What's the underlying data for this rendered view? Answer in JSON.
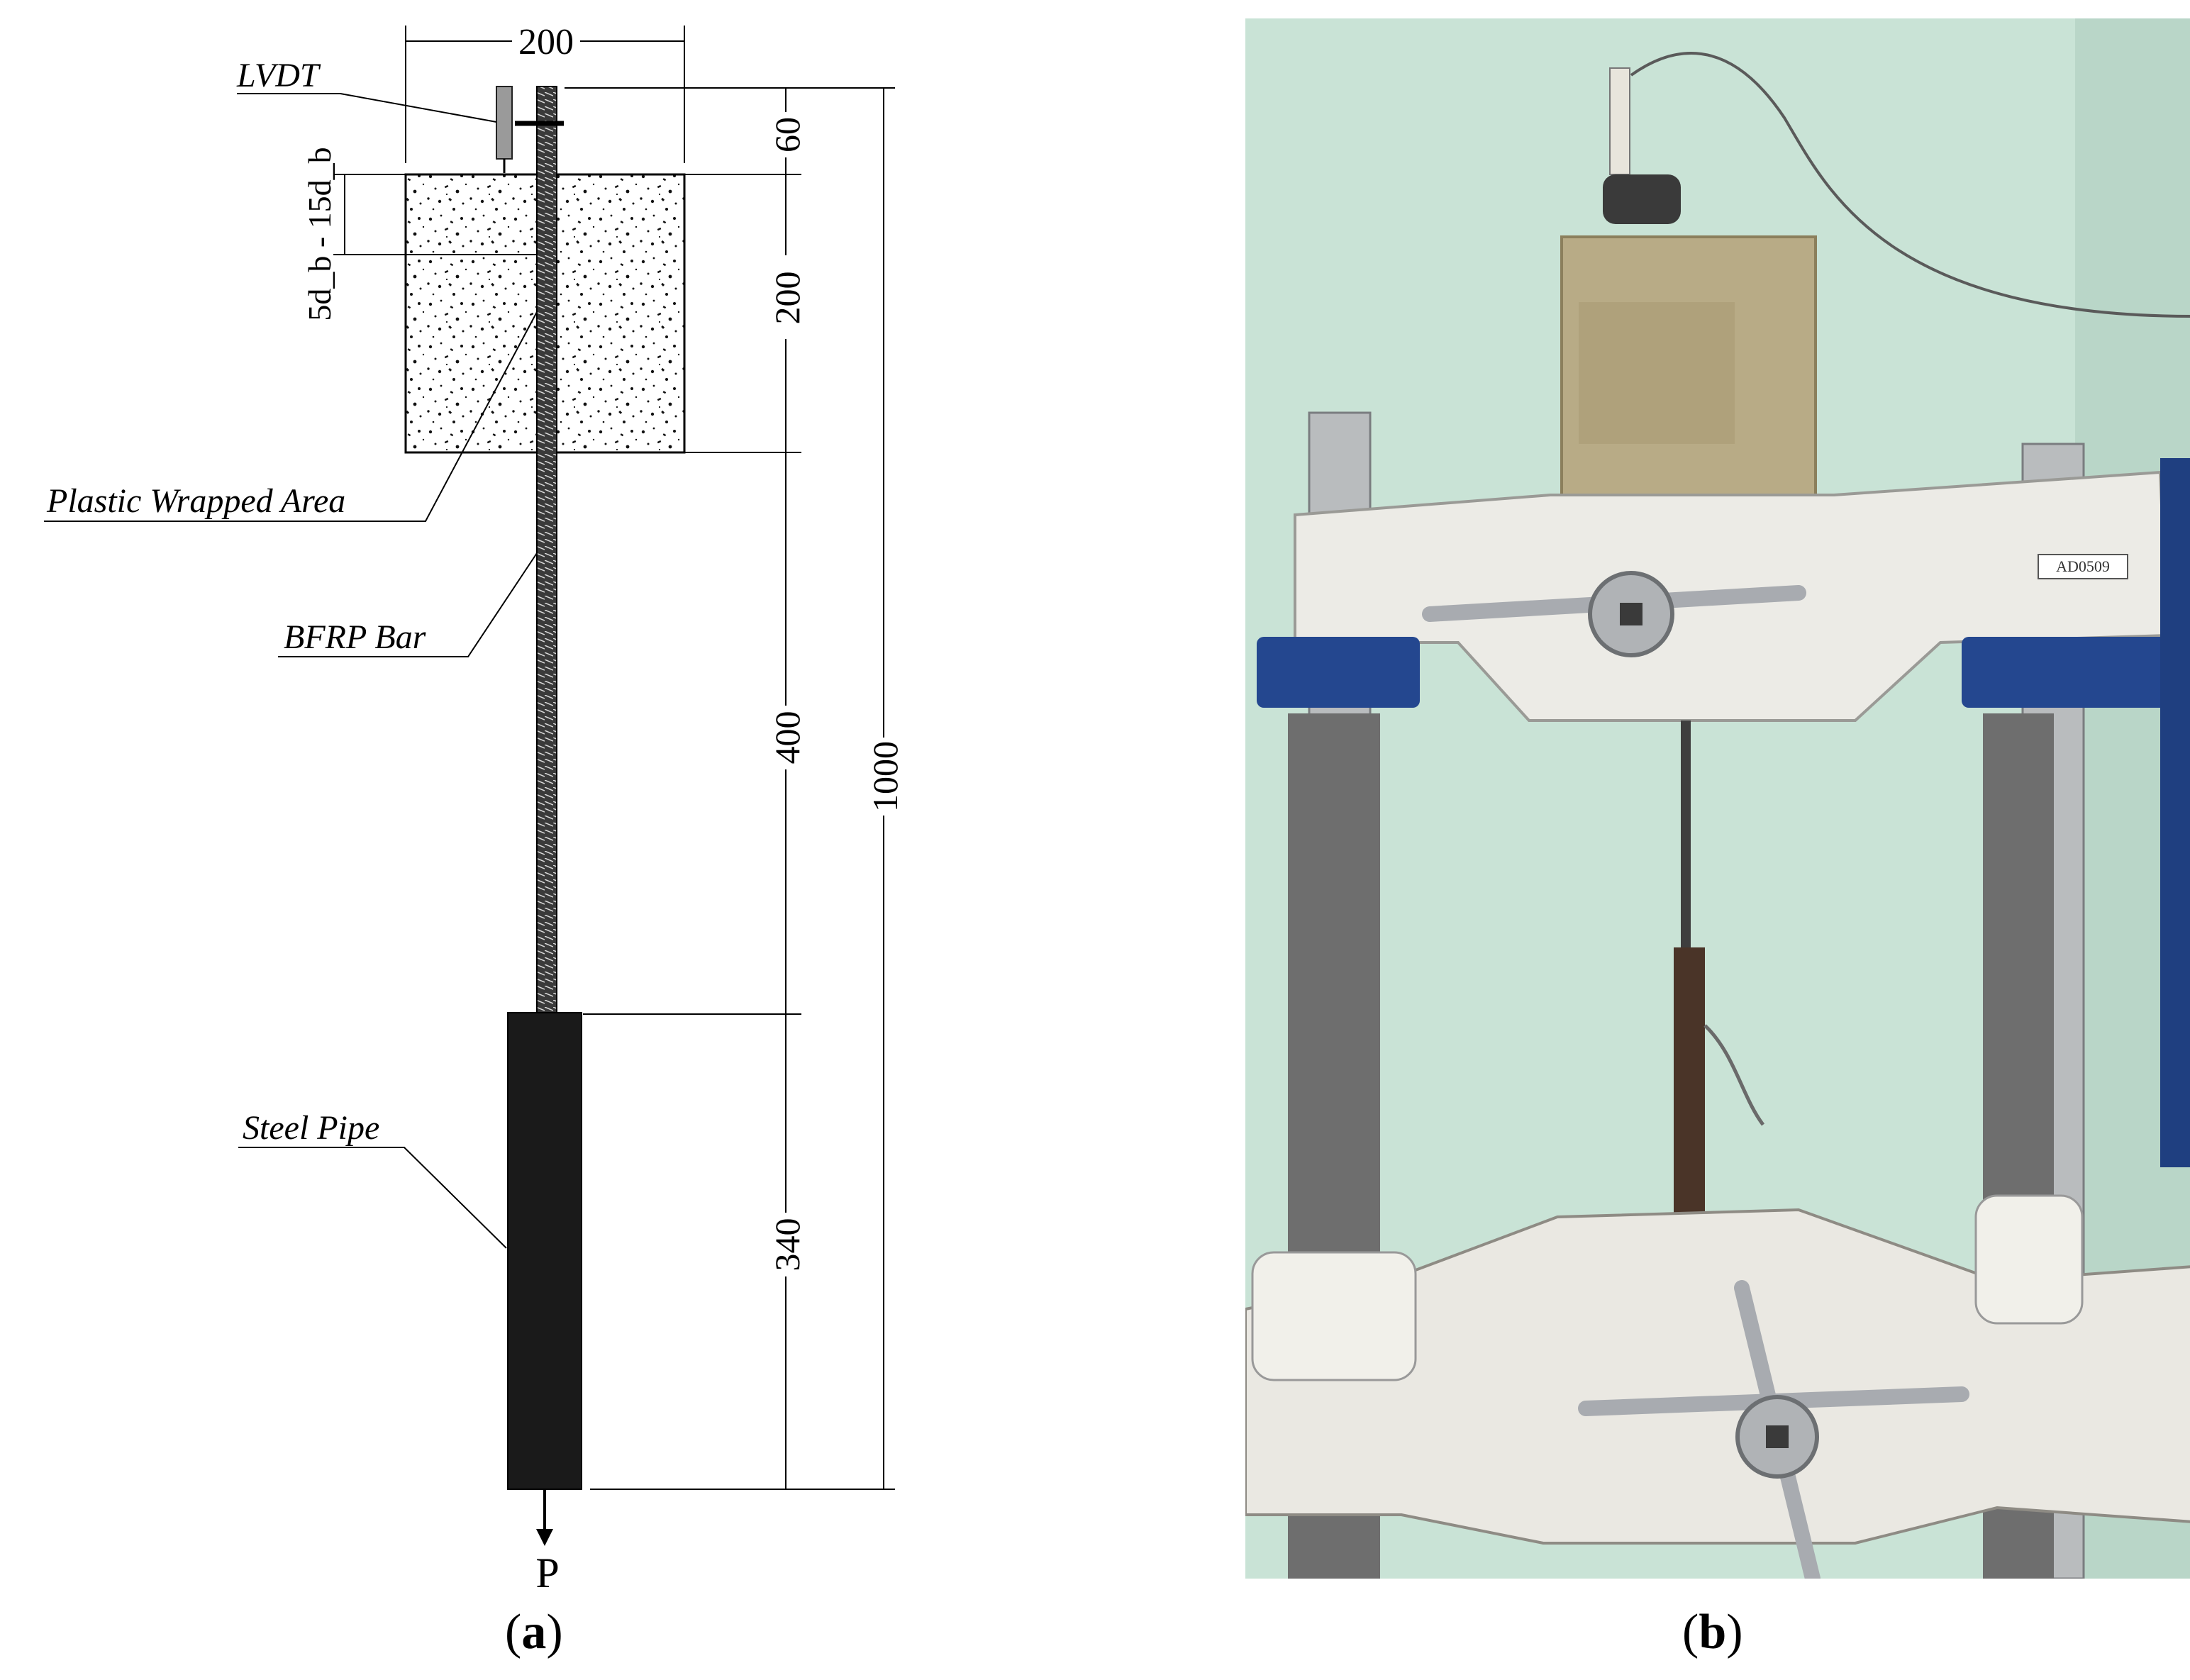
{
  "panel_a": {
    "caption_letter": "a",
    "dimensions": {
      "width": "200",
      "top_ext": "60",
      "block": "200",
      "free_bar": "400",
      "pipe": "340",
      "total": "1000",
      "bond_length": "5d_b - 15d_b"
    },
    "labels": {
      "lvdt": "LVDT",
      "plastic_wrapped": "Plastic Wrapped Area",
      "bfrp_bar": "BFRP Bar",
      "steel_pipe": "Steel Pipe",
      "load": "P"
    }
  },
  "panel_b": {
    "caption_letter": "b",
    "machine_tag": "AD0509",
    "colors": {
      "wall": "#c9e3d6",
      "frame": "#ecebe6",
      "concrete": "#b8ab86",
      "blue_clamp": "#24478f"
    }
  }
}
